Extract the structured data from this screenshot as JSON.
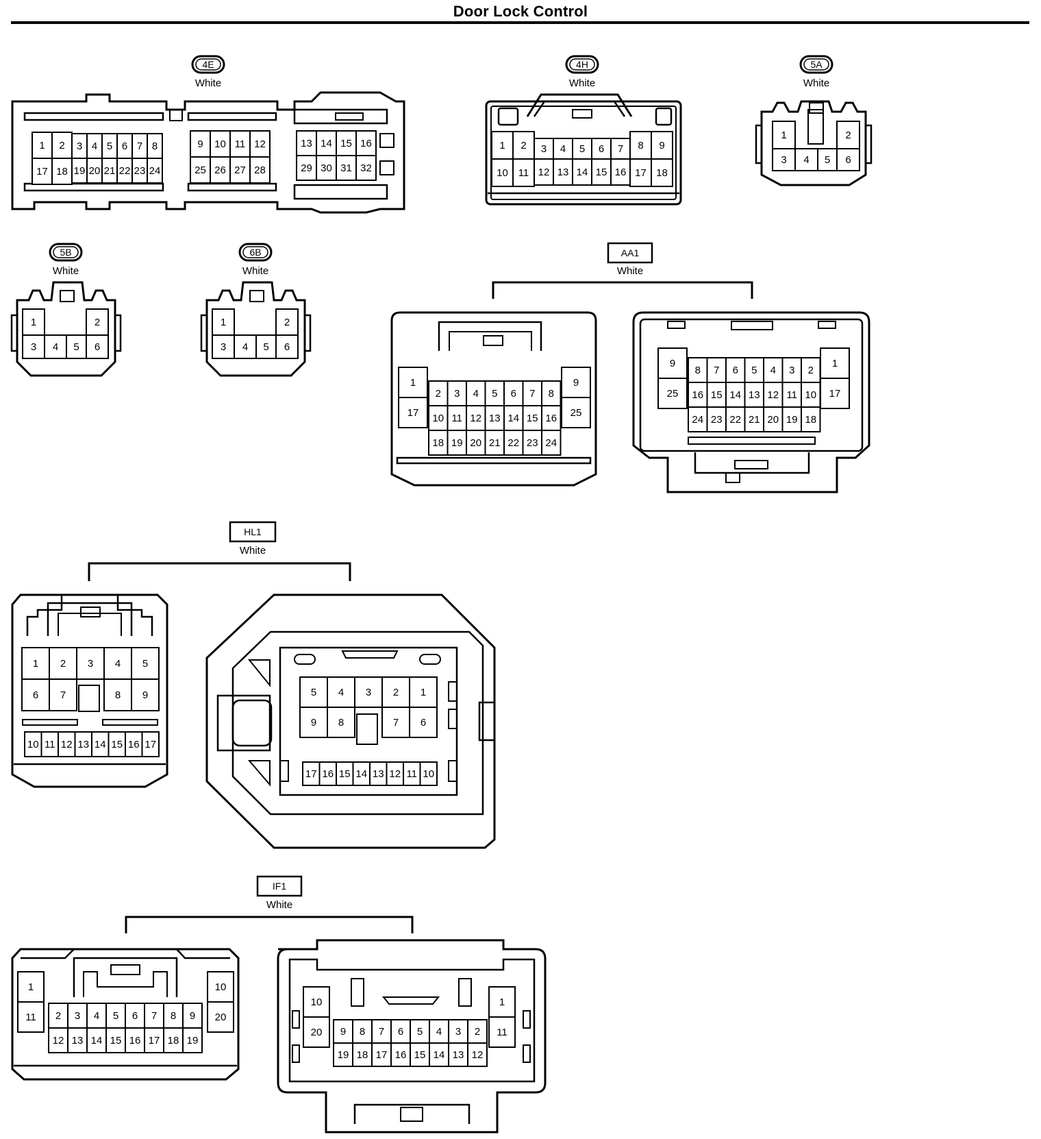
{
  "title": "Door Lock Control",
  "connectors": [
    {
      "id": "4E",
      "color": "White",
      "pins": [
        "1",
        "2",
        "3",
        "4",
        "5",
        "6",
        "7",
        "8",
        "17",
        "18",
        "19",
        "20",
        "21",
        "22",
        "23",
        "24",
        "9",
        "10",
        "11",
        "12",
        "25",
        "26",
        "27",
        "28",
        "13",
        "14",
        "15",
        "16",
        "29",
        "30",
        "31",
        "32"
      ]
    },
    {
      "id": "4H",
      "color": "White",
      "pins": [
        "1",
        "2",
        "3",
        "4",
        "5",
        "6",
        "7",
        "8",
        "9",
        "10",
        "11",
        "12",
        "13",
        "14",
        "15",
        "16",
        "17",
        "18"
      ]
    },
    {
      "id": "5A",
      "color": "White",
      "pins": [
        "1",
        "2",
        "3",
        "4",
        "5",
        "6"
      ]
    },
    {
      "id": "5B",
      "color": "White",
      "pins": [
        "1",
        "2",
        "3",
        "4",
        "5",
        "6"
      ]
    },
    {
      "id": "6B",
      "color": "White",
      "pins": [
        "1",
        "2",
        "3",
        "4",
        "5",
        "6"
      ]
    },
    {
      "id": "AA1",
      "color": "White",
      "female_pins": [
        "1",
        "17",
        "2",
        "3",
        "4",
        "5",
        "6",
        "7",
        "8",
        "10",
        "11",
        "12",
        "13",
        "14",
        "15",
        "16",
        "18",
        "19",
        "20",
        "21",
        "22",
        "23",
        "24",
        "9",
        "25"
      ],
      "male_pins": [
        "9",
        "25",
        "8",
        "7",
        "6",
        "5",
        "4",
        "3",
        "2",
        "16",
        "15",
        "14",
        "13",
        "12",
        "11",
        "10",
        "24",
        "23",
        "22",
        "21",
        "20",
        "19",
        "18",
        "1",
        "17"
      ]
    },
    {
      "id": "HL1",
      "color": "White",
      "female_pins": [
        "1",
        "2",
        "3",
        "4",
        "5",
        "6",
        "7",
        "8",
        "9",
        "10",
        "11",
        "12",
        "13",
        "14",
        "15",
        "16",
        "17"
      ],
      "male_pins": [
        "5",
        "4",
        "3",
        "2",
        "1",
        "9",
        "8",
        "7",
        "6",
        "17",
        "16",
        "15",
        "14",
        "13",
        "12",
        "11",
        "10"
      ]
    },
    {
      "id": "IF1",
      "color": "White",
      "female_pins": [
        "1",
        "11",
        "2",
        "3",
        "4",
        "5",
        "6",
        "7",
        "8",
        "9",
        "12",
        "13",
        "14",
        "15",
        "16",
        "17",
        "18",
        "19",
        "10",
        "20"
      ],
      "male_pins": [
        "10",
        "20",
        "9",
        "8",
        "7",
        "6",
        "5",
        "4",
        "3",
        "2",
        "19",
        "18",
        "17",
        "16",
        "15",
        "14",
        "13",
        "12",
        "1",
        "11"
      ]
    }
  ]
}
